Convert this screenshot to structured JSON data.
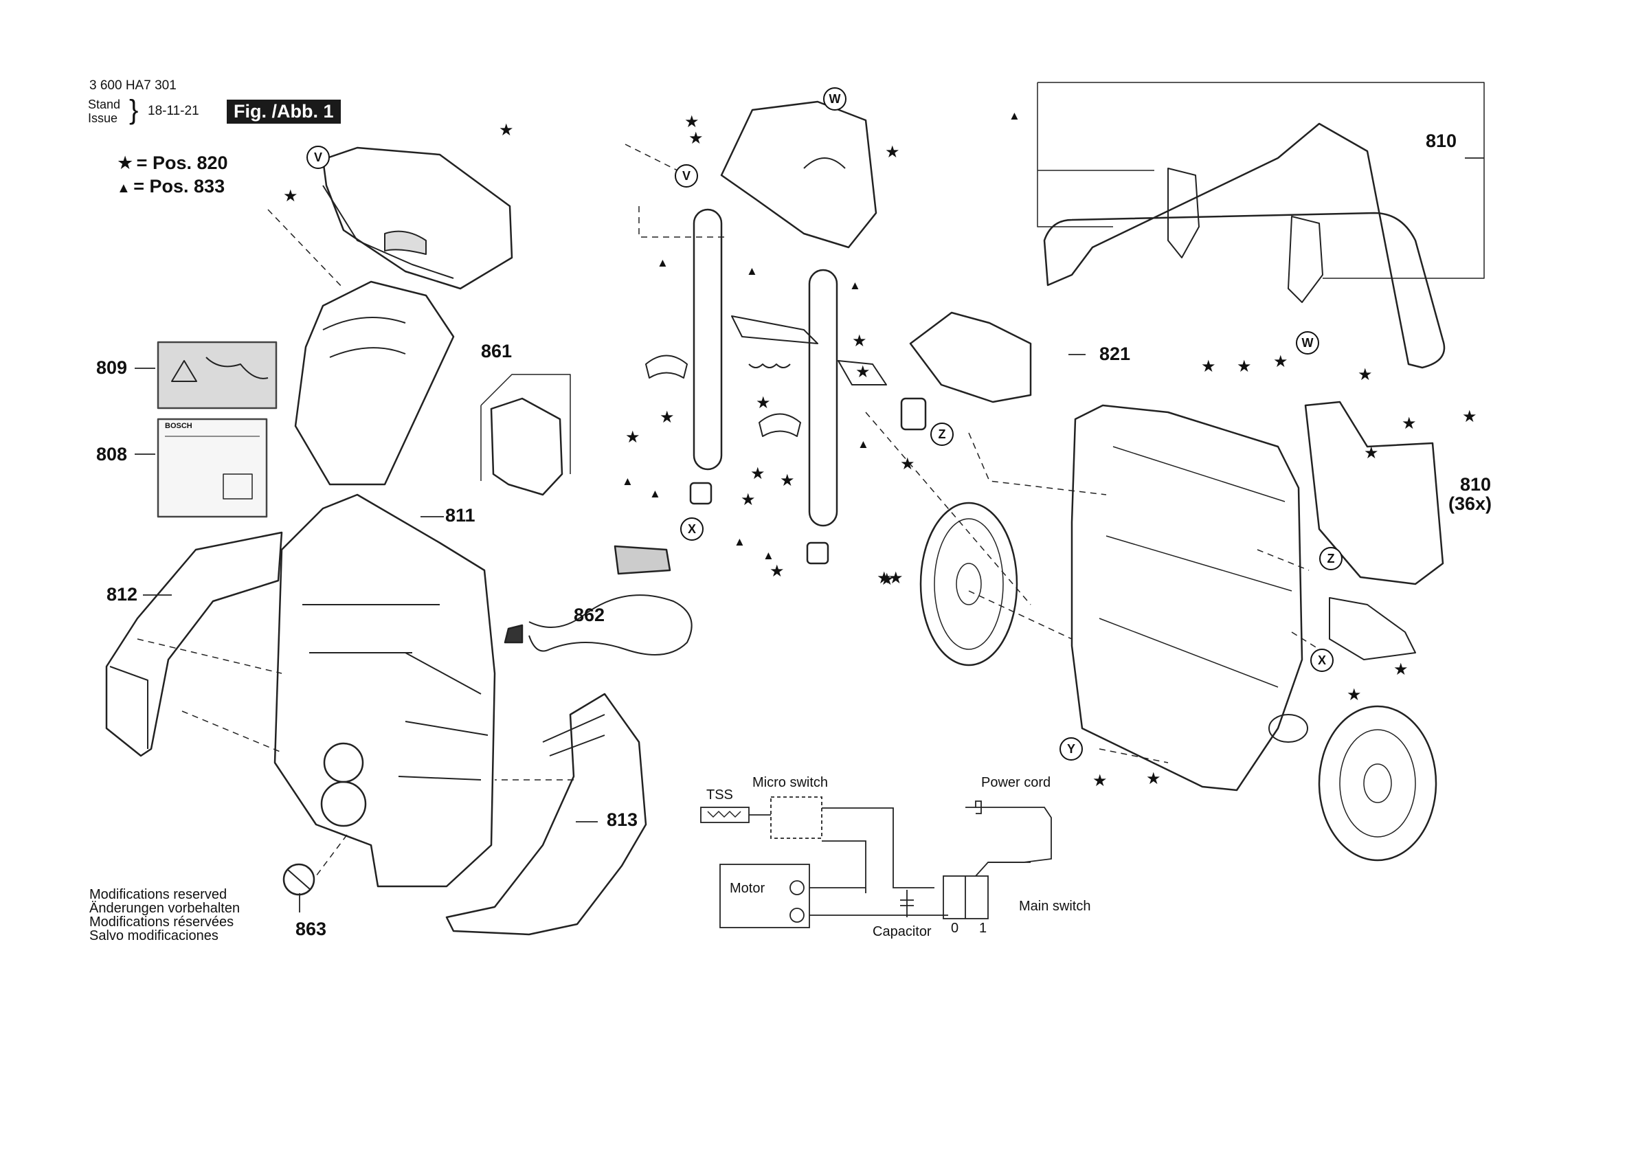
{
  "header": {
    "doc_number": "3 600 HA7 301",
    "stand_label": "Stand",
    "issue_label": "Issue",
    "date": "18-11-21",
    "figure_label": "Fig. /Abb. 1"
  },
  "legend": {
    "star_text": "= Pos. 820",
    "triangle_text": "= Pos. 833"
  },
  "part_numbers": {
    "p809": "809",
    "p808": "808",
    "p861": "861",
    "p811": "811",
    "p812": "812",
    "p862": "862",
    "p813": "813",
    "p863": "863",
    "p810": "810",
    "p821": "821",
    "p810b": "810",
    "p810b_qty": "(36x)"
  },
  "ref_markers": {
    "v": "V",
    "w": "W",
    "x": "X",
    "y": "Y",
    "z": "Z"
  },
  "wiring": {
    "tss": "TSS",
    "micro_switch": "Micro switch",
    "power_cord": "Power cord",
    "motor": "Motor",
    "capacitor": "Capacitor",
    "main_switch": "Main switch",
    "switch_off": "0",
    "switch_on": "1"
  },
  "notes": [
    "Modifications reserved",
    "Änderungen vorbehalten",
    "Modifications réservées",
    "Salvo modificaciones"
  ],
  "label_808_brand": "BOSCH"
}
